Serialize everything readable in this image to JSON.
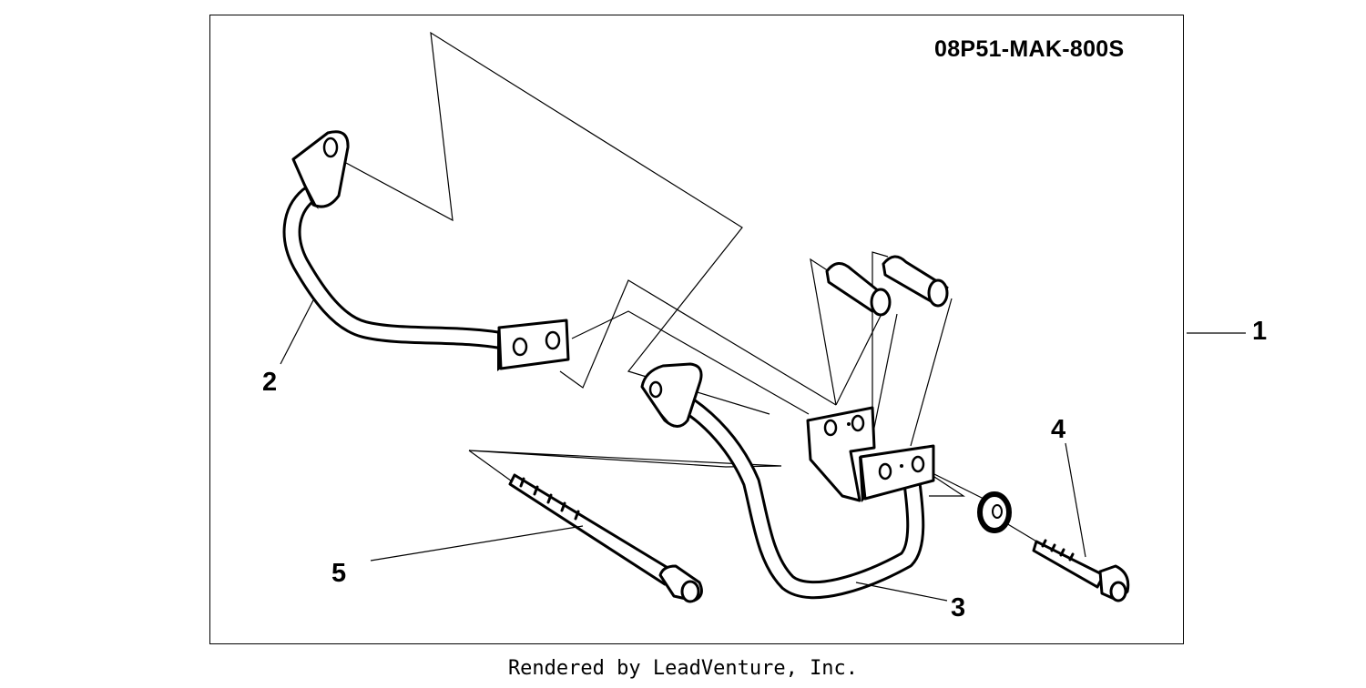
{
  "diagram": {
    "part_number": "08P51-MAK-800S",
    "callouts": [
      "1",
      "2",
      "3",
      "4",
      "5"
    ]
  },
  "footer": {
    "text": "Rendered by LeadVenture, Inc."
  }
}
